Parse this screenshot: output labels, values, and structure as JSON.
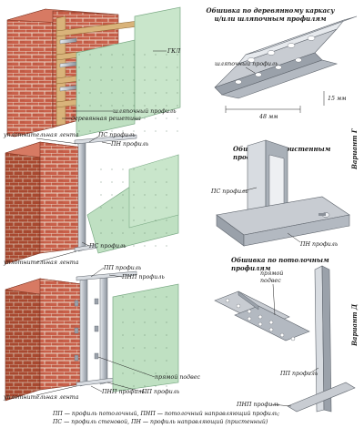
{
  "colors": {
    "brick": "#c9604a",
    "brick_dark": "#a8482f",
    "mortar": "#e9d9c8",
    "board": "#bfe0c2",
    "board_edge": "#7aa984",
    "metal": "#c8ccd2",
    "metal_dark": "#8a9098",
    "wood": "#d9b37a"
  },
  "section1": {
    "title_line1": "Обшивка по деревянному каркасу",
    "title_line2": "и/или шляпочным профилям",
    "label_gkl": "ГКЛ",
    "label_hat_profile": "шляпочный профиль",
    "label_wood_batten": "деревянная решетина",
    "label_hat_profile_detail": "шляпочный профиль",
    "dim_width": "48 мм",
    "dim_height": "15 мм",
    "variant": "Вариант Г"
  },
  "section2": {
    "title_line1": "Обшивка по пристенным",
    "title_line2": "профилям",
    "label_seal_tape": "уплотнительная лента",
    "label_ps_top": "ПС профиль",
    "label_pn_top": "ПН профиль",
    "label_ps_bottom": "ПС профиль",
    "label_seal_tape_bottom": "уплотнительная лента",
    "label_ps_detail": "ПС профиль",
    "label_pn_detail": "ПН профиль",
    "variant": "Вариант Г"
  },
  "section3": {
    "title_line1": "Обшивка по потолочным",
    "title_line2": "профилям",
    "label_pp": "ПП профиль",
    "label_pnp": "ПНП профиль",
    "label_direct_hanger": "прямой подвес",
    "label_direct_hanger_detail_1": "прямой",
    "label_direct_hanger_detail_2": "подвес",
    "label_seal_tape": "уплотнительная лента",
    "label_pnp_bottom": "ПНП профиль",
    "label_pp_bottom": "ПП профиль",
    "label_pp_detail": "ПП профиль",
    "label_pnp_detail": "ПНП профиль",
    "variant": "Вариант Д"
  },
  "footnote": {
    "line1": "ПП — профиль потолочный, ПНП — потолочный направляющий профиль;",
    "line2": "ПС — профиль стеновой, ПН — профиль направляющий (пристенный)"
  }
}
